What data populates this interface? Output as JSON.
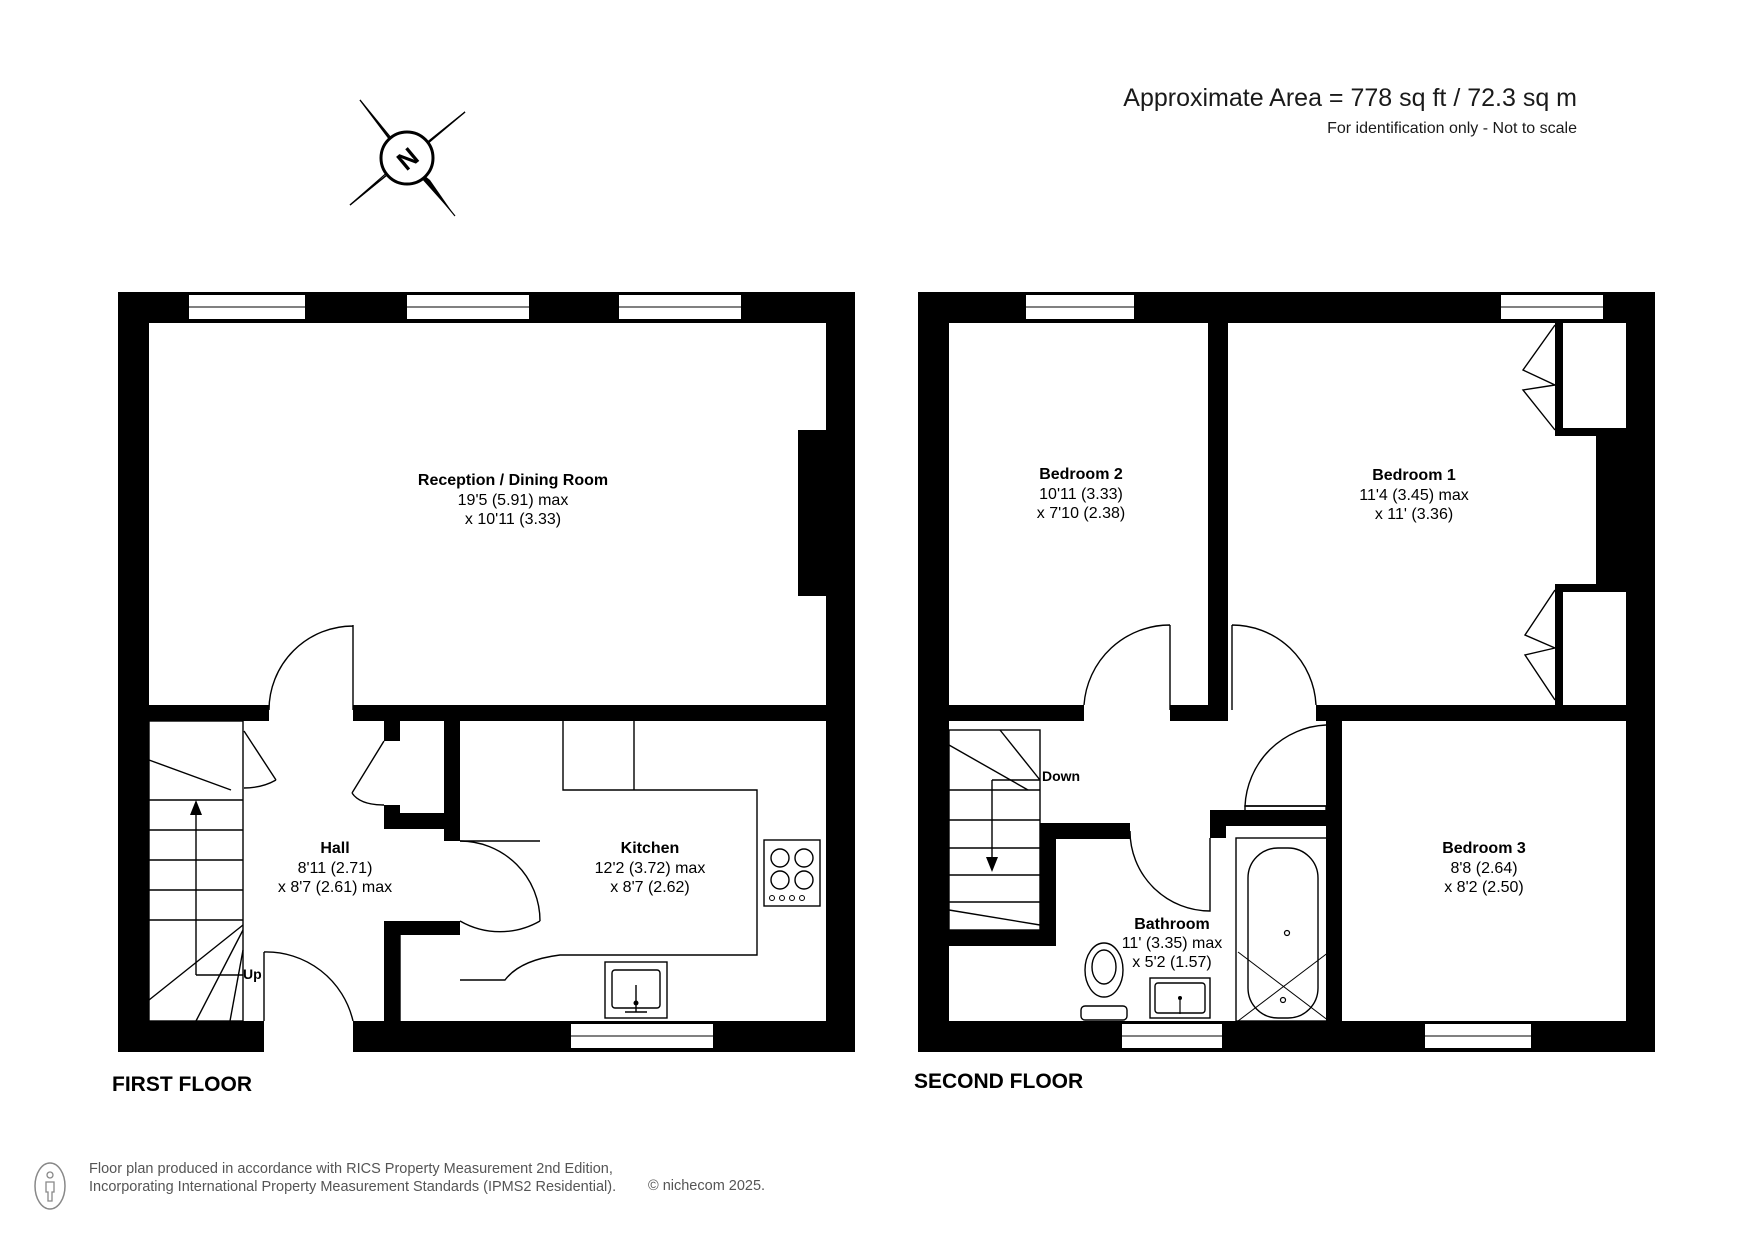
{
  "header": {
    "area": "Approximate Area = 778 sq ft / 72.3 sq m",
    "note": "For identification only - Not to scale"
  },
  "compass": {
    "letter": "N"
  },
  "floors": [
    {
      "title": "FIRST FLOOR",
      "rooms": [
        {
          "name": "Reception / Dining Room",
          "dim1": "19'5 (5.91) max",
          "dim2": "x 10'11 (3.33)"
        },
        {
          "name": "Hall",
          "dim1": "8'11 (2.71)",
          "dim2": "x 8'7 (2.61) max"
        },
        {
          "name": "Kitchen",
          "dim1": "12'2 (3.72) max",
          "dim2": "x 8'7 (2.62)"
        }
      ],
      "stairs_label": "Up"
    },
    {
      "title": "SECOND FLOOR",
      "rooms": [
        {
          "name": "Bedroom 2",
          "dim1": "10'11 (3.33)",
          "dim2": "x 7'10 (2.38)"
        },
        {
          "name": "Bedroom 1",
          "dim1": "11'4 (3.45) max",
          "dim2": "x 11' (3.36)"
        },
        {
          "name": "Bedroom 3",
          "dim1": "8'8 (2.64)",
          "dim2": "x 8'2 (2.50)"
        },
        {
          "name": "Bathroom",
          "dim1": "11' (3.35) max",
          "dim2": "x 5'2 (1.57)"
        }
      ],
      "stairs_label": "Down"
    }
  ],
  "footer": {
    "line1": "Floor plan produced in accordance with RICS Property Measurement 2nd Edition,",
    "line2": "Incorporating International Property Measurement Standards (IPMS2 Residential).",
    "copyright": "© nichecom 2025."
  }
}
